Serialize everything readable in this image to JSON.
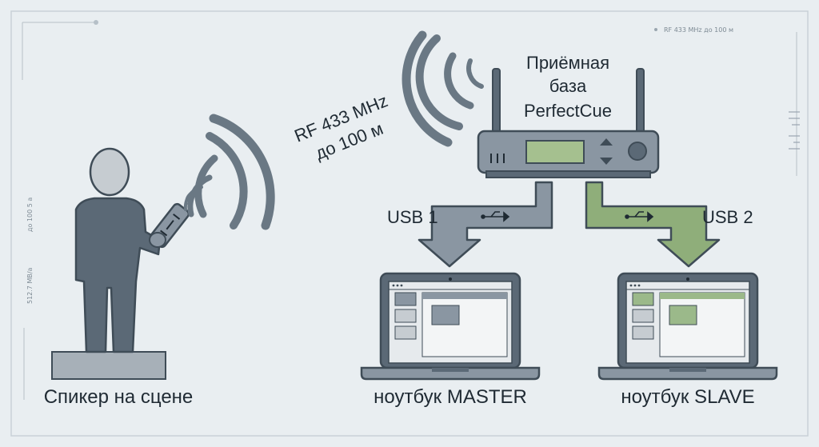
{
  "labels": {
    "speaker": "Спикер на сцене",
    "rf_line1": "RF 433 MHz",
    "rf_line2": "до 100 м",
    "base_line1": "Приёмная",
    "base_line2": "база",
    "base_line3": "PerfectCue",
    "usb1": "USB 1",
    "usb2": "USB 2",
    "laptop_master": "ноутбук MASTER",
    "laptop_slave": "ноутбук SLAVE"
  },
  "margin_notes": {
    "top_right": "RF 433 MHz до 100 м",
    "left_top": "до 100 5 а",
    "left_bottom": "512.7 МВ/а"
  },
  "colors": {
    "background": "#e9eef1",
    "ink": "#5b6976",
    "ink_dark": "#3f4c57",
    "link_master": "#8a96a2",
    "link_slave": "#8fae7a",
    "screen_master": "#8a96a2",
    "screen_slave": "#9bb98a",
    "display": "#a5c08f"
  }
}
